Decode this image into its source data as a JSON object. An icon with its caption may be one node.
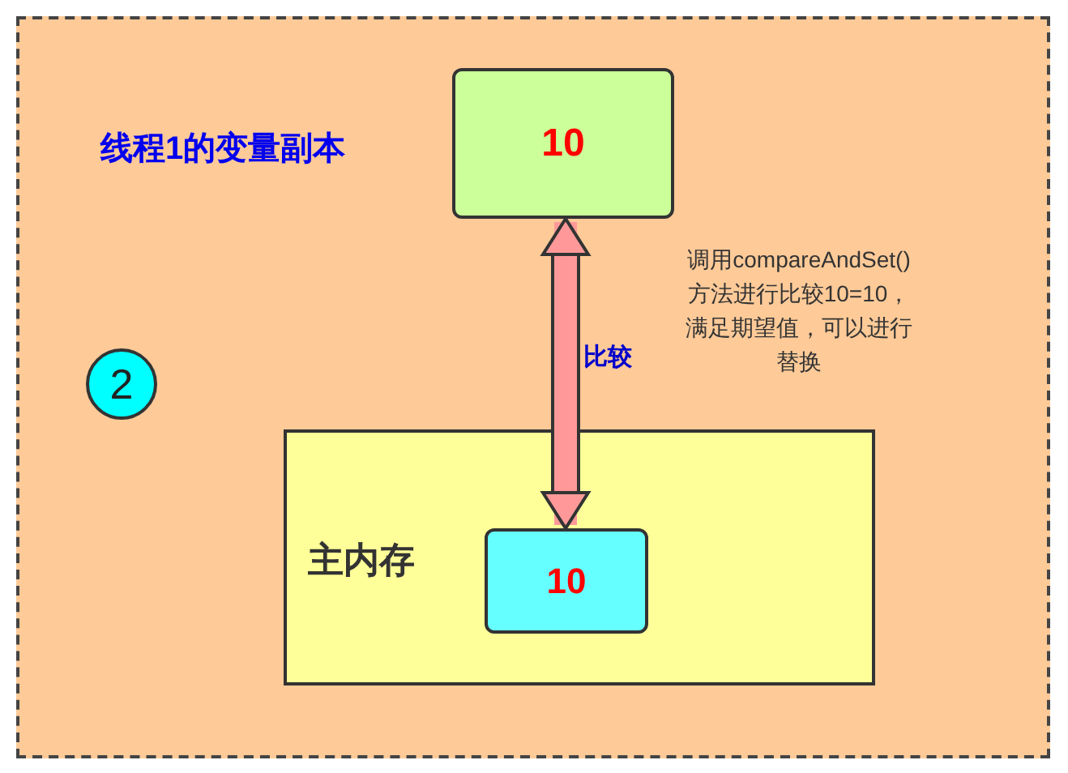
{
  "diagram": {
    "nodes": [
      {
        "text": [],
        "shape": "box"
      },
      {
        "text": [
          "10"
        ],
        "in": 0,
        "beside": [
          "线程1的变量副本"
        ]
      },
      {
        "text": [
          "2"
        ],
        "in": 0
      },
      {
        "text": [
          "主内存"
        ],
        "in": 0
      },
      {
        "text": [
          "10"
        ],
        "in": 3
      }
    ],
    "edges": [
      {
        "from": 1,
        "to": 4,
        "arrow": "both",
        "label": "比较",
        "color": "#ff9999"
      }
    ],
    "labels": [
      "调用compareAndSet()方法进行比较10=10，满足期望值，可以进行替换"
    ]
  }
}
